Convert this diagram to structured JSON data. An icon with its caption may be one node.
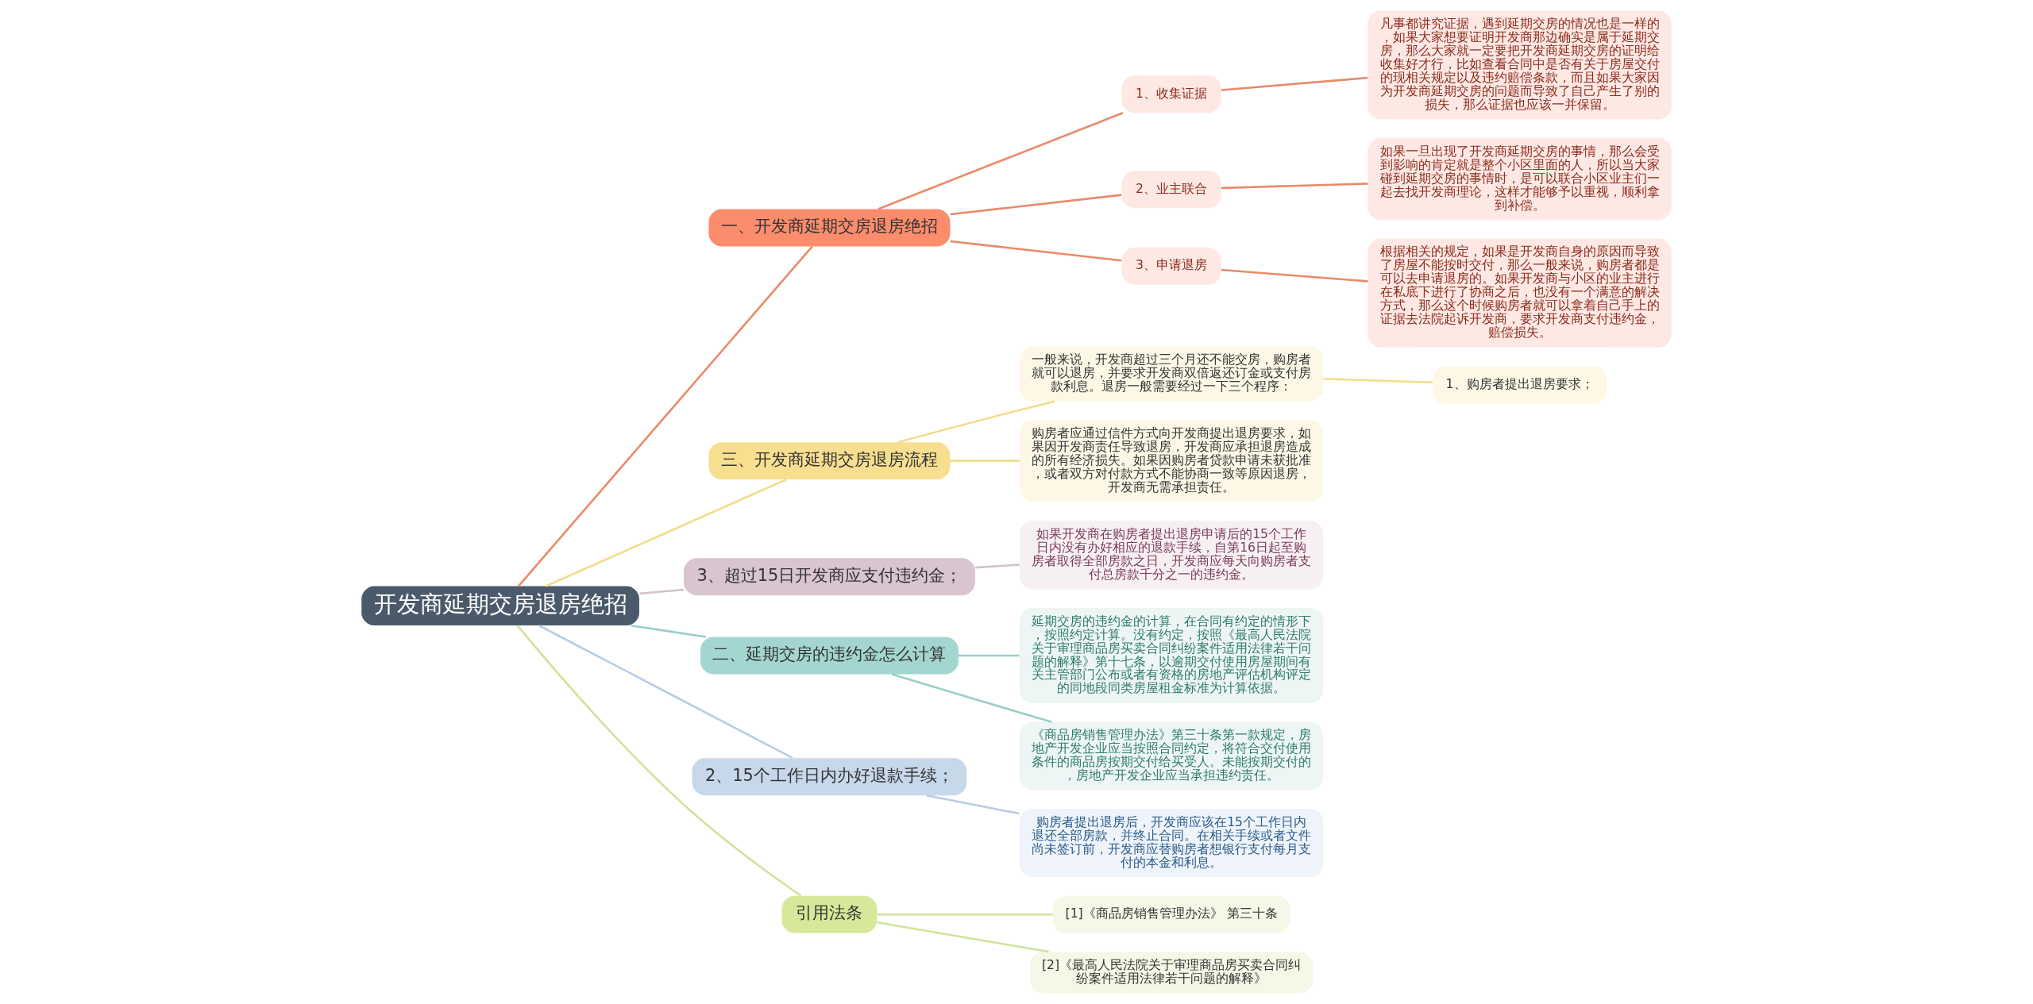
{
  "diagram": {
    "nodes": [
      {
        "text": [
          "开发商延期交房退房绝招"
        ]
      },
      {
        "text": [
          "一、开发商延期交房退房绝招"
        ]
      },
      {
        "text": [
          "1、收集证据"
        ]
      },
      {
        "text": [
          "凡事都讲究证据，遇到延期交房的情况也是一样的，如果大家想要证明开发商那边确实是属于延期交房，那么大家就一定要把开发商延期交房的证明给收集好才行，比如查看合同中是否有关于房屋交付的现相关规定以及违约赔偿条款，而且如果大家因为开发商延期交房的问题而导致了自己产生了别的损失，那么证据也应该一并保留。"
        ]
      },
      {
        "text": [
          "2、业主联合"
        ]
      },
      {
        "text": [
          "如果一旦出现了开发商延期交房的事情，那么会受到影响的肯定就是整个小区里面的人，所以当大家碰到延期交房的事情时，是可以联合小区业主们一起去找开发商理论，这样才能够予以重视，顺利拿到补偿。"
        ]
      },
      {
        "text": [
          "3、申请退房"
        ]
      },
      {
        "text": [
          "根据相关的规定，如果是开发商自身的原因而导致了房屋不能按时交付，那么一般来说，购房者都是可以去申请退房的。如果开发商与小区的业主进行在私底下进行了协商之后，也没有一个满意的解决方式，那么这个时候购房者就可以拿着自己手上的证据去法院起诉开发商，要求开发商支付违约金，赔偿损失。"
        ]
      },
      {
        "text": [
          "三、开发商延期交房退房流程"
        ]
      },
      {
        "text": [
          "一般来说，开发商超过三个月还不能交房，购房者就可以退房，并要求开发商双倍返还订金或支付房款利息。退房一般需要经过一下三个程序："
        ]
      },
      {
        "text": [
          "1、购房者提出退房要求；"
        ]
      },
      {
        "text": [
          "购房者应通过信件方式向开发商提出退房要求，如果因开发商责任导致退房，开发商应承担退房造成的所有经济损失。如果因购房者贷款申请未获批准，或者双方对付款方式不能协商一致等原因退房，开发商无需承担责任。"
        ]
      },
      {
        "text": [
          "3、超过15日开发商应支付违约金；"
        ]
      },
      {
        "text": [
          "如果开发商在购房者提出退房申请后的15个工作日内没有办好相应的退款手续，自第16日起至购房者取得全部房款之日，开发商应每天向购房者支付总房款千分之一的违约金。"
        ]
      },
      {
        "text": [
          "二、延期交房的违约金怎么计算"
        ]
      },
      {
        "text": [
          "延期交房的违约金的计算，在合同有约定的情形下，按照约定计算。没有约定，按照《最高人民法院关于审理商品房买卖合同纠纷案件适用法律若干问题的解释》第十七条，以逾期交付使用房屋期间有关主管部门公布或者有资格的房地产评估机构评定的同地段同类房屋租金标准为计算依据。"
        ]
      },
      {
        "text": [
          "《商品房销售管理办法》第三十条第一款规定，房地产开发企业应当按照合同约定，将符合交付使用条件的商品房按期交付给买受人。未能按期交付的，房地产开发企业应当承担违约责任。"
        ]
      },
      {
        "text": [
          "2、15个工作日内办好退款手续；"
        ]
      },
      {
        "text": [
          "购房者提出退房后，开发商应该在15个工作日内退还全部房款，并终止合同。在相关手续或者文件尚未签订前，开发商应替购房者想银行支付每月支付的本金和利息。"
        ]
      },
      {
        "text": [
          "引用法条"
        ]
      },
      {
        "text": [
          "[1]《商品房销售管理办法》 第三十条"
        ]
      },
      {
        "text": [
          "[2]《最高人民法院关于审理商品房买卖合同纠纷案件适用法律若干问题的解释》"
        ]
      }
    ],
    "edges": [
      {
        "from": 0,
        "to": 1,
        "arrow": "none",
        "color": "#ea8a6a"
      },
      {
        "from": 1,
        "to": 2,
        "arrow": "none",
        "color": "#ea8a6a"
      },
      {
        "from": 2,
        "to": 3,
        "arrow": "none",
        "color": "#ea8a6a"
      },
      {
        "from": 1,
        "to": 4,
        "arrow": "none",
        "color": "#ea8a6a"
      },
      {
        "from": 4,
        "to": 5,
        "arrow": "none",
        "color": "#ea8a6a"
      },
      {
        "from": 1,
        "to": 6,
        "arrow": "none",
        "color": "#ea8a6a"
      },
      {
        "from": 6,
        "to": 7,
        "arrow": "none",
        "color": "#ea8a6a"
      },
      {
        "from": 0,
        "to": 8,
        "arrow": "none",
        "color": "#f3dc8a"
      },
      {
        "from": 8,
        "to": 9,
        "arrow": "none",
        "color": "#f3dc8a"
      },
      {
        "from": 9,
        "to": 10,
        "arrow": "none",
        "color": "#f3dc8a"
      },
      {
        "from": 8,
        "to": 11,
        "arrow": "none",
        "color": "#f3dc8a"
      },
      {
        "from": 0,
        "to": 12,
        "arrow": "none",
        "color": "#d5c0cc"
      },
      {
        "from": 12,
        "to": 13,
        "arrow": "none",
        "color": "#d5c0cc"
      },
      {
        "from": 0,
        "to": 14,
        "arrow": "none",
        "color": "#98cfc8"
      },
      {
        "from": 14,
        "to": 15,
        "arrow": "none",
        "color": "#98cfc8"
      },
      {
        "from": 14,
        "to": 16,
        "arrow": "none",
        "color": "#98cfc8"
      },
      {
        "from": 0,
        "to": 17,
        "arrow": "none",
        "color": "#b8cde3"
      },
      {
        "from": 17,
        "to": 18,
        "arrow": "none",
        "color": "#b8cde3"
      },
      {
        "from": 0,
        "to": 19,
        "arrow": "none",
        "color": "#cfe39a"
      },
      {
        "from": 19,
        "to": 20,
        "arrow": "none",
        "color": "#cfe39a"
      },
      {
        "from": 19,
        "to": 21,
        "arrow": "none",
        "color": "#cfe39a"
      }
    ]
  }
}
